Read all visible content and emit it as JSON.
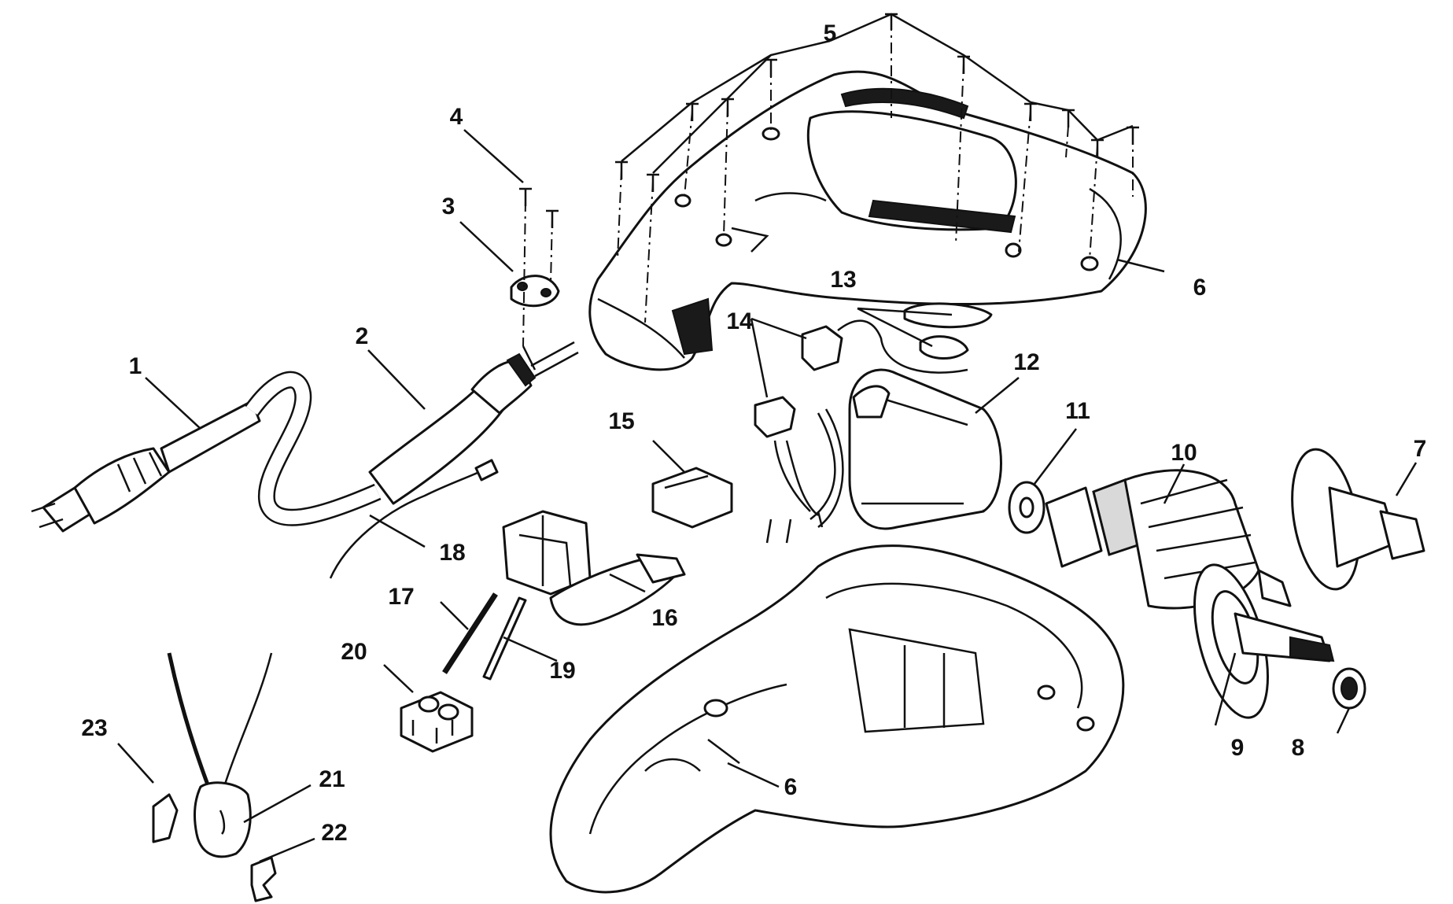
{
  "callouts": {
    "p1": "1",
    "p2": "2",
    "p3": "3",
    "p4": "4",
    "p5": "5",
    "p6_top": "6",
    "p6_bottom": "6",
    "p7": "7",
    "p8": "8",
    "p9": "9",
    "p10": "10",
    "p11": "11",
    "p12": "12",
    "p13": "13",
    "p14": "14",
    "p15": "15",
    "p16": "16",
    "p17": "17",
    "p18": "18",
    "p19": "19",
    "p20": "20",
    "p21": "21",
    "p22": "22",
    "p23": "23"
  },
  "colors": {
    "ink": "#111111",
    "paper": "#ffffff"
  }
}
